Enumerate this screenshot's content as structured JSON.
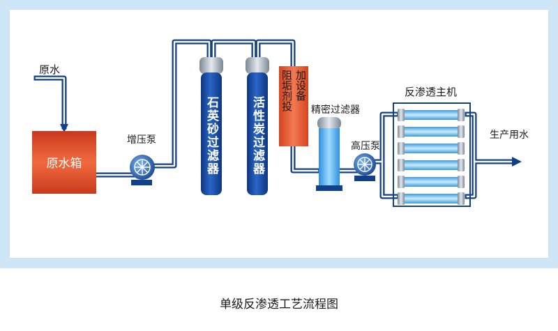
{
  "labels": {
    "raw_water": "原水",
    "raw_water_tank": "原水箱",
    "booster_pump": "增压泵",
    "quartz_filter": "石英砂过滤器",
    "carbon_filter": "活性炭过滤器",
    "dosing_top": "加设备",
    "dosing_bottom": "阻垢剂投",
    "precision_filter": "精密过滤器",
    "high_pressure_pump": "高压泵",
    "ro_unit": "反渗透主机",
    "product_water": "生产用水"
  },
  "caption": "单级反渗透工艺流程图",
  "colors": {
    "frame": "#cfe6f8",
    "inner_bg": "#ffffff",
    "pipe_outer": "#123f8a",
    "pipe_inner": "#ffffff",
    "tank": "#e0502c",
    "vessel": "#1549a8",
    "pump": "#1f5fb0",
    "dosing": "#e0502c",
    "ro_tube": "#74c4f2",
    "text": "#1a1a1a"
  }
}
